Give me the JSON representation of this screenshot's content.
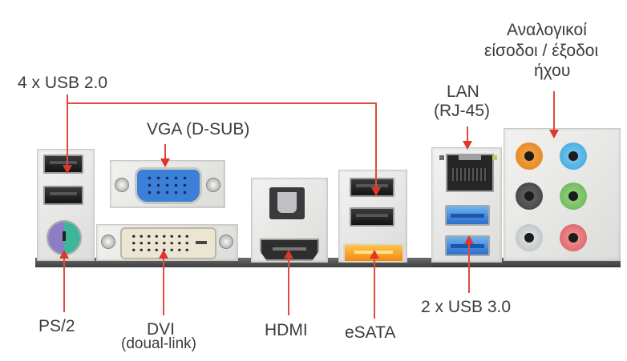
{
  "diagram": {
    "subject": "Motherboard rear I/O panel",
    "labels": {
      "usb2": "4 x USB 2.0",
      "vga": "VGA (D-SUB)",
      "lan_line1": "LAN",
      "lan_line2": "(RJ-45)",
      "audio_line1": "Αναλογικοί",
      "audio_line2": "είσοδοι / έξοδοι",
      "audio_line3": "ήχου",
      "ps2": "PS/2",
      "dvi_line1": "DVI",
      "dvi_line2": "(doual-link)",
      "hdmi": "HDMI",
      "esata": "eSATA",
      "usb3": "2 x USB 3.0"
    },
    "connectors": [
      {
        "id": "usb2-left",
        "type": "USB 2.0",
        "count": 2
      },
      {
        "id": "ps2",
        "type": "PS/2 combo"
      },
      {
        "id": "vga",
        "type": "VGA D-SUB",
        "color": "#3b7fd9"
      },
      {
        "id": "dvi",
        "type": "DVI dual-link"
      },
      {
        "id": "optical",
        "type": "S/PDIF optical"
      },
      {
        "id": "hdmi",
        "type": "HDMI"
      },
      {
        "id": "usb2-right",
        "type": "USB 2.0",
        "count": 2
      },
      {
        "id": "esata",
        "type": "eSATA",
        "color": "#f4a41c"
      },
      {
        "id": "lan",
        "type": "RJ-45"
      },
      {
        "id": "usb3",
        "type": "USB 3.0",
        "count": 2,
        "color": "#3a8de6"
      },
      {
        "id": "audio",
        "type": "Analog audio jacks",
        "count": 6,
        "colors": [
          "#f0962e",
          "#4fb5e6",
          "#4a4a4a",
          "#79c267",
          "#cfd3d6",
          "#e8787a"
        ]
      }
    ],
    "colors": {
      "callout": "#e3342b",
      "ps2_purple": "#8c7dc4",
      "ps2_green": "#3fb59a"
    }
  }
}
